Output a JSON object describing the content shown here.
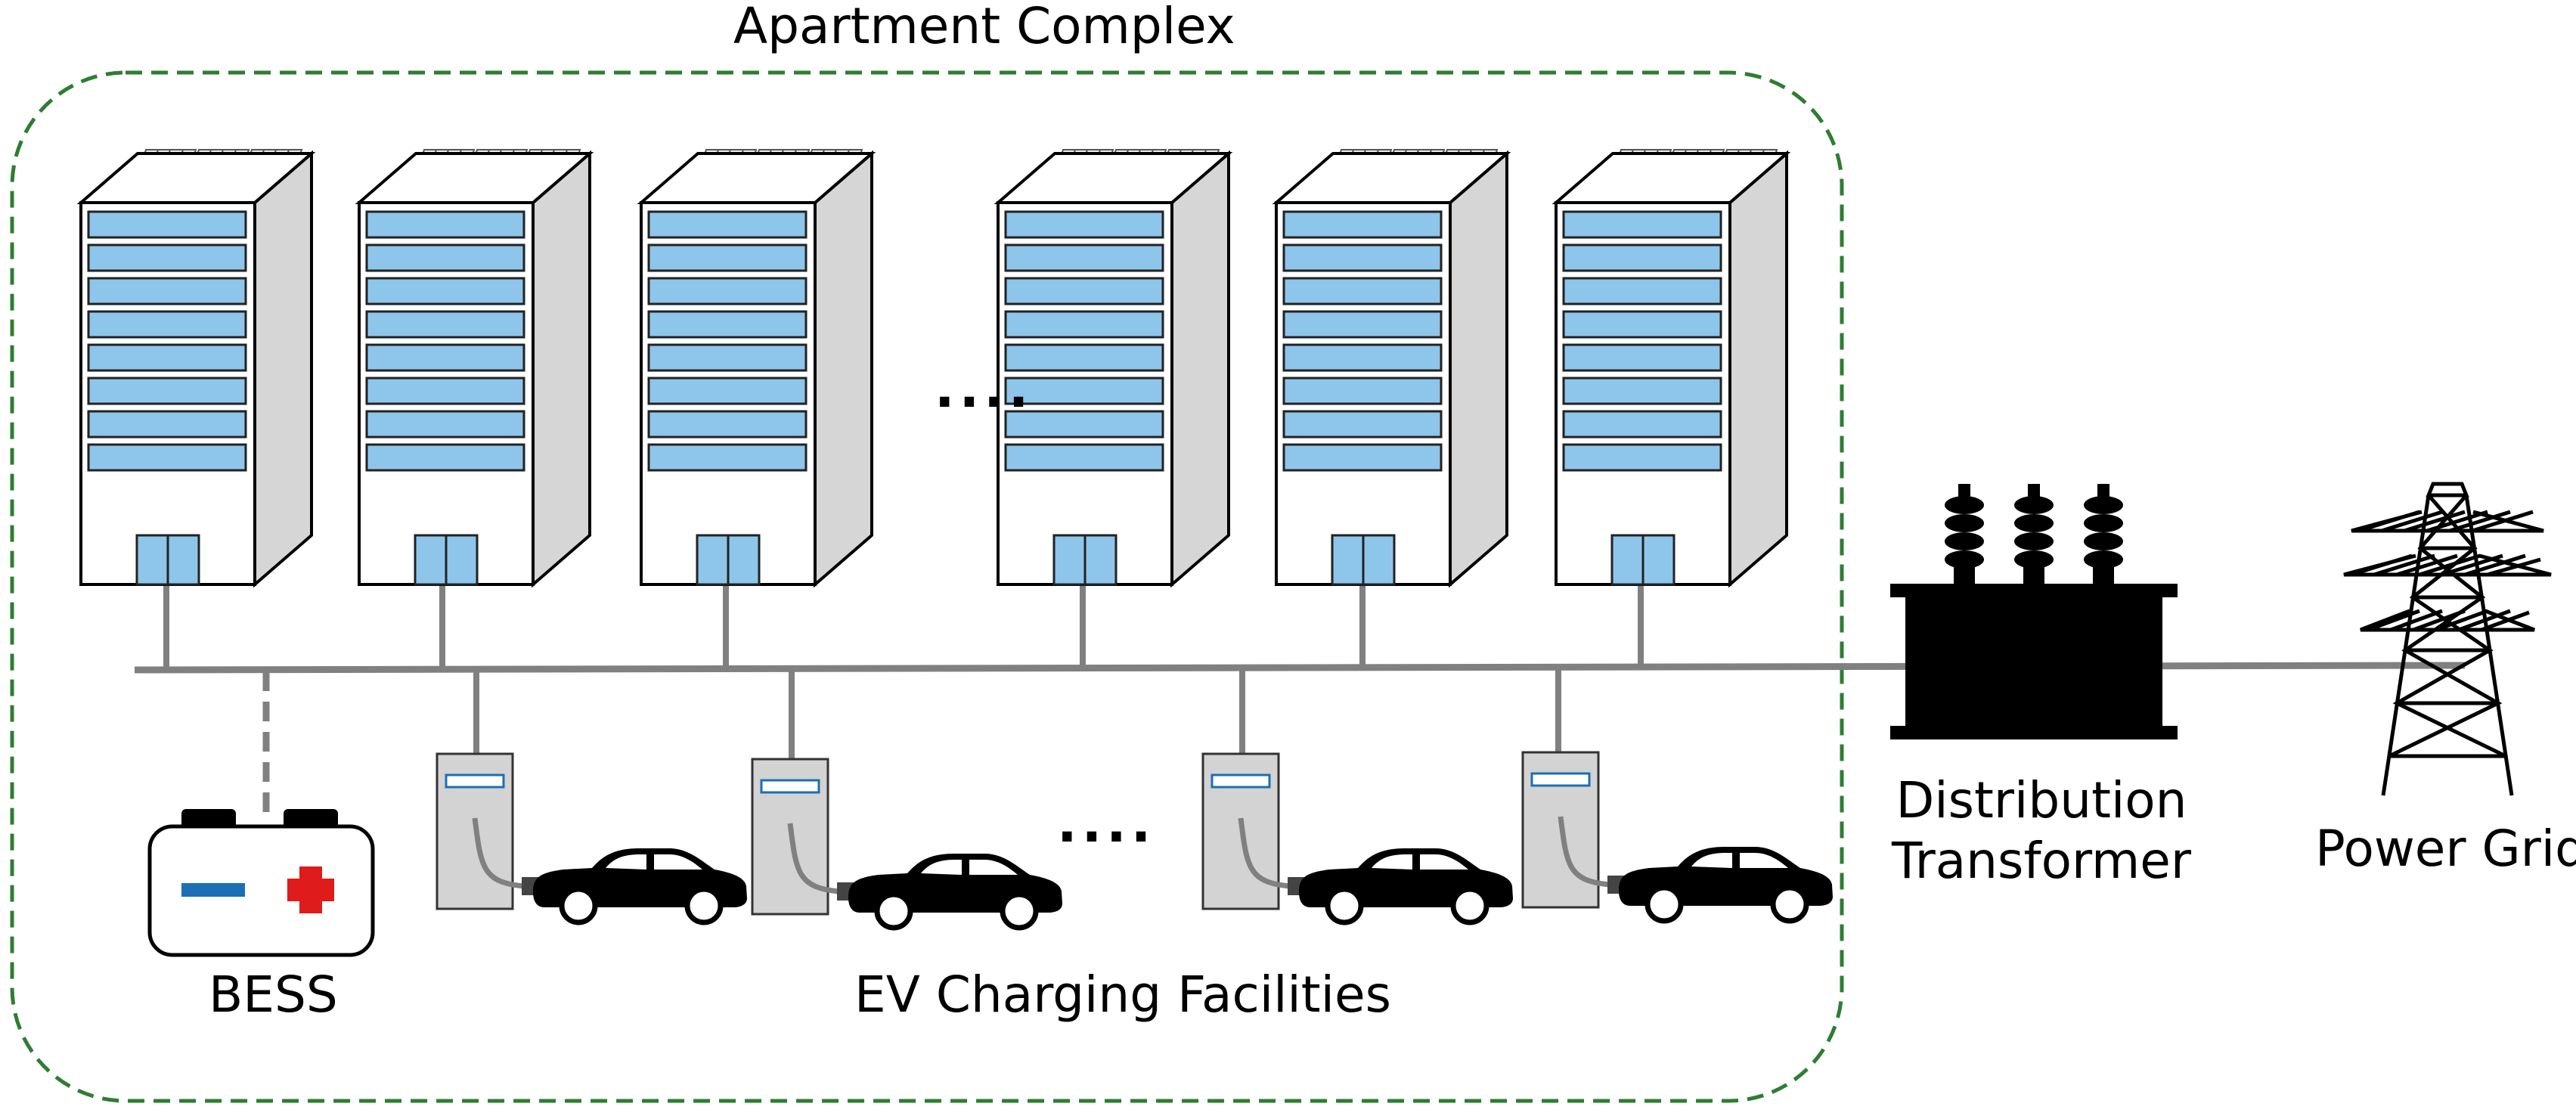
{
  "labels": {
    "complex": "Apartment Complex",
    "bess": "BESS",
    "ev": "EV Charging Facilities",
    "transformer_line1": "Distribution",
    "transformer_line2": "Transformer",
    "grid": "Power Grid",
    "ellipsis_buildings": "....",
    "ellipsis_chargers": "...."
  },
  "colors": {
    "boundary": "#2e7d32",
    "bus": "#808080",
    "window": "#8ec5ea",
    "building_side": "#d6d6d6",
    "charger": "#d3d3d3",
    "battery_minus": "#1a6fb5",
    "battery_plus": "#e01b1b"
  },
  "counts": {
    "buildings": 6,
    "chargers": 4
  }
}
